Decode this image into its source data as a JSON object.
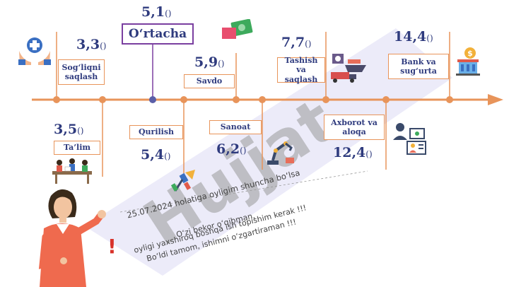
{
  "sectors": [
    {
      "value": "3,3",
      "unit": "()",
      "label": "Sog‘liqni saqlash"
    },
    {
      "value": "3,5",
      "unit": "()",
      "label": "Ta’lim"
    },
    {
      "value": "5,1",
      "unit": "()",
      "label": "O‘rtacha"
    },
    {
      "value": "5,4",
      "unit": "()",
      "label": "Qurilish"
    },
    {
      "value": "5,9",
      "unit": "()",
      "label": "Savdo"
    },
    {
      "value": "6,2",
      "unit": "()",
      "label": "Sanoat"
    },
    {
      "value": "7,7",
      "unit": "()",
      "label": "Tashish va saqlash"
    },
    {
      "value": "12,4",
      "unit": "()",
      "label": "Axborot va aloqa"
    },
    {
      "value": "14,4",
      "unit": "()",
      "label": "Bank va sug‘urta"
    }
  ],
  "watermark": "Hujjat",
  "note_date": "25.07.2024 holatiga oyligim shuncha bo‘lsa",
  "note_lines": [
    "O‘zi bekor o‘qibman,",
    "oyligi yaxshiroq boshqa ish topishim kerak !!!",
    "Bo‘ldi tamom, ishimni o‘zgartiraman !!!"
  ],
  "exclamation": "!",
  "colors": {
    "axis": "#e8945a",
    "text": "#2f3b7e",
    "average": "#7a3fa0",
    "watermark": "#b9b3e6"
  }
}
